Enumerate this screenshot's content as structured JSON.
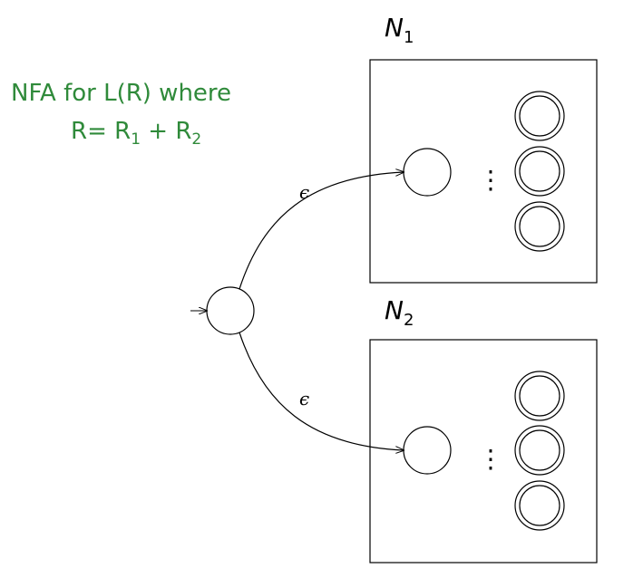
{
  "caption": {
    "line1": "NFA for L(R)  where",
    "line2_prefix": "R= R",
    "line2_sub1": "1",
    "line2_mid": " + R",
    "line2_sub2": "2"
  },
  "machines": [
    {
      "label_main": "N",
      "label_sub": "1",
      "dots": "⋮"
    },
    {
      "label_main": "N",
      "label_sub": "2",
      "dots": "⋮"
    }
  ],
  "transitions": [
    {
      "symbol": "ϵ"
    },
    {
      "symbol": "ϵ"
    }
  ],
  "colors": {
    "caption": "#2f8a3a",
    "stroke": "#000000"
  }
}
